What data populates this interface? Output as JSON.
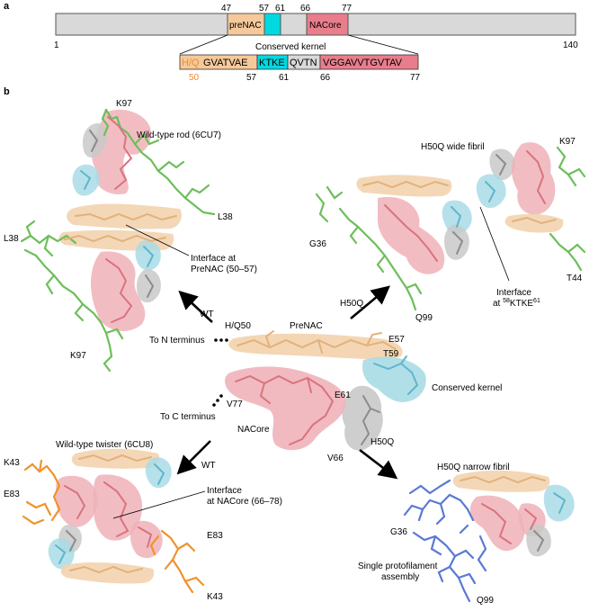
{
  "panels": {
    "a_label": "a",
    "b_label": "b"
  },
  "panel_a": {
    "domain_bar": {
      "start": "1",
      "end": "140",
      "ticks": [
        "47",
        "57",
        "61",
        "66",
        "77"
      ],
      "prenac_label": "preNAC",
      "nacore_label": "NACore"
    },
    "kernel_title": "Conserved kernel",
    "kernel_segments": {
      "hq": "H/Q",
      "prenac": "GVATVAE",
      "ktke": "KTKE",
      "qvtn": "QVTN",
      "nacore": "VGGAVVTGVTAV"
    },
    "kernel_numbers": {
      "n50": "50",
      "n57": "57",
      "n61": "61",
      "n66": "66",
      "n77": "77"
    },
    "colors": {
      "prenac": "#f6c99a",
      "ktke": "#00d9e0",
      "nacore": "#e97d8b",
      "hq": "#f08a2c",
      "bar": "#d9d9d9"
    }
  },
  "panel_b": {
    "wt_rod": {
      "title": "Wild-type rod (6CU7)",
      "k97_top": "K97",
      "l38_left": "L38",
      "l38_right": "L38",
      "k97_bottom": "K97",
      "interface_l1": "Interface at",
      "interface_l2": "PreNAC (50–57)"
    },
    "wide": {
      "title": "H50Q wide fibril",
      "k97": "K97",
      "g36": "G36",
      "t44": "T44",
      "q99": "Q99",
      "interface_l1": "Interface",
      "interface_pre": "at ",
      "interface_sup1": "58",
      "interface_mid": "KTKE",
      "interface_sup2": "61"
    },
    "center": {
      "hq50": "H/Q50",
      "prenac": "PreNAC",
      "e57": "E57",
      "t59": "T59",
      "e61": "E61",
      "v77": "V77",
      "nacore": "NACore",
      "v66": "V66",
      "to_n": "To N terminus",
      "to_c": "To C terminus",
      "kernel_label": "Conserved kernel"
    },
    "arrows": {
      "wt_top": "WT",
      "h50q_top": "H50Q",
      "wt_bottom": "WT",
      "h50q_bottom": "H50Q"
    },
    "twister": {
      "title": "Wild-type twister (6CU8)",
      "k43_top": "K43",
      "e83_left": "E83",
      "e83_right": "E83",
      "k43_bottom": "K43",
      "interface_l1": "Interface",
      "interface_l2": "at NACore (66–78)"
    },
    "narrow": {
      "title": "H50Q narrow fibril",
      "g36": "G36",
      "q99": "Q99",
      "assembly_l1": "Single protofilament",
      "assembly_l2": "assembly"
    },
    "colors": {
      "surf_prenac": "#f3d3ae",
      "surf_ktke": "#a9dce6",
      "surf_nacore": "#efb2b9",
      "surf_gray": "#c9c9c9",
      "stick_green": "#6dbe5a",
      "stick_orange": "#f0922b",
      "stick_blue": "#5a78d6",
      "stick_prenac": "#e1b27c",
      "stick_nacore": "#d9737f",
      "stick_ktke": "#5fb6cc",
      "stick_gray": "#8c8c8c"
    }
  }
}
